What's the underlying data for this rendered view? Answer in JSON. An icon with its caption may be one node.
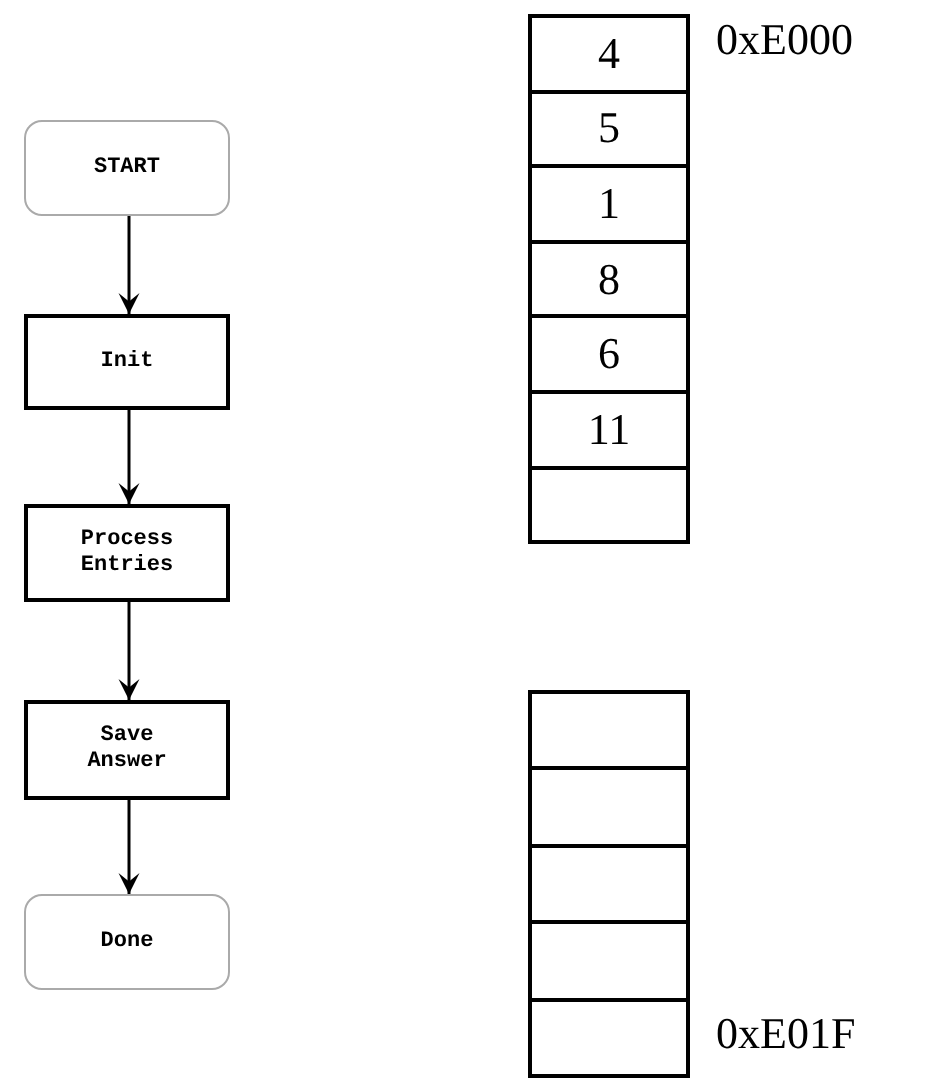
{
  "diagram": {
    "nodes": [
      {
        "text": [
          "START"
        ]
      },
      {
        "text": [
          "Init"
        ]
      },
      {
        "text": [
          "Process Entries"
        ]
      },
      {
        "text": [
          "Save Answer"
        ]
      },
      {
        "text": [
          "Done"
        ]
      }
    ],
    "edges": [
      {
        "from": 0,
        "to": 1,
        "arrow": "to"
      },
      {
        "from": 1,
        "to": 2,
        "arrow": "to"
      },
      {
        "from": 2,
        "to": 3,
        "arrow": "to"
      },
      {
        "from": 3,
        "to": 4,
        "arrow": "to"
      }
    ],
    "labels": [
      "4",
      "0xE000",
      "5",
      "1",
      "8",
      "6",
      "11",
      "0xE01F"
    ]
  }
}
